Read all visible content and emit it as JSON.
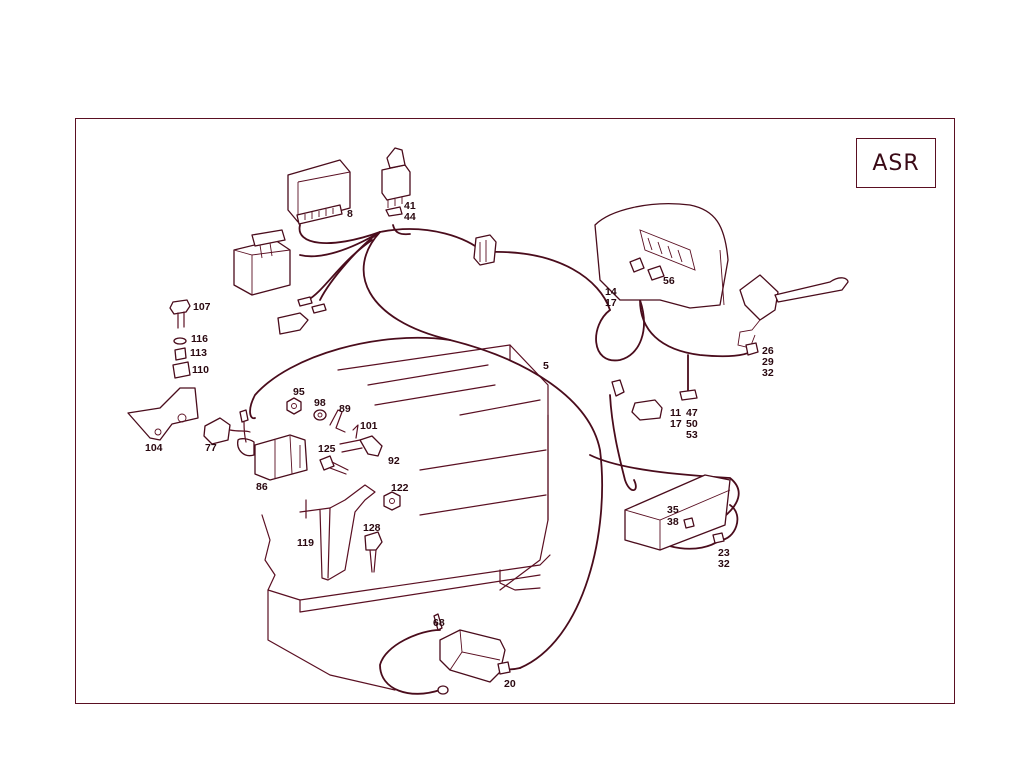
{
  "title_box": "ASR",
  "labels": {
    "l8": "8",
    "l41": "41",
    "l44": "44",
    "l14": "14",
    "l17a": "17",
    "l56": "56",
    "l26": "26",
    "l29": "29",
    "l32a": "32",
    "l107": "107",
    "l116": "116",
    "l113": "113",
    "l110": "110",
    "l104": "104",
    "l77": "77",
    "l95": "95",
    "l98": "98",
    "l89": "89",
    "l101": "101",
    "l125": "125",
    "l92": "92",
    "l86": "86",
    "l122": "122",
    "l128": "128",
    "l119": "119",
    "l5": "5",
    "l11": "11",
    "l17b": "17",
    "l47": "47",
    "l50": "50",
    "l53": "53",
    "l35": "35",
    "l38": "38",
    "l23": "23",
    "l32b": "32",
    "l68": "68",
    "l20": "20"
  }
}
